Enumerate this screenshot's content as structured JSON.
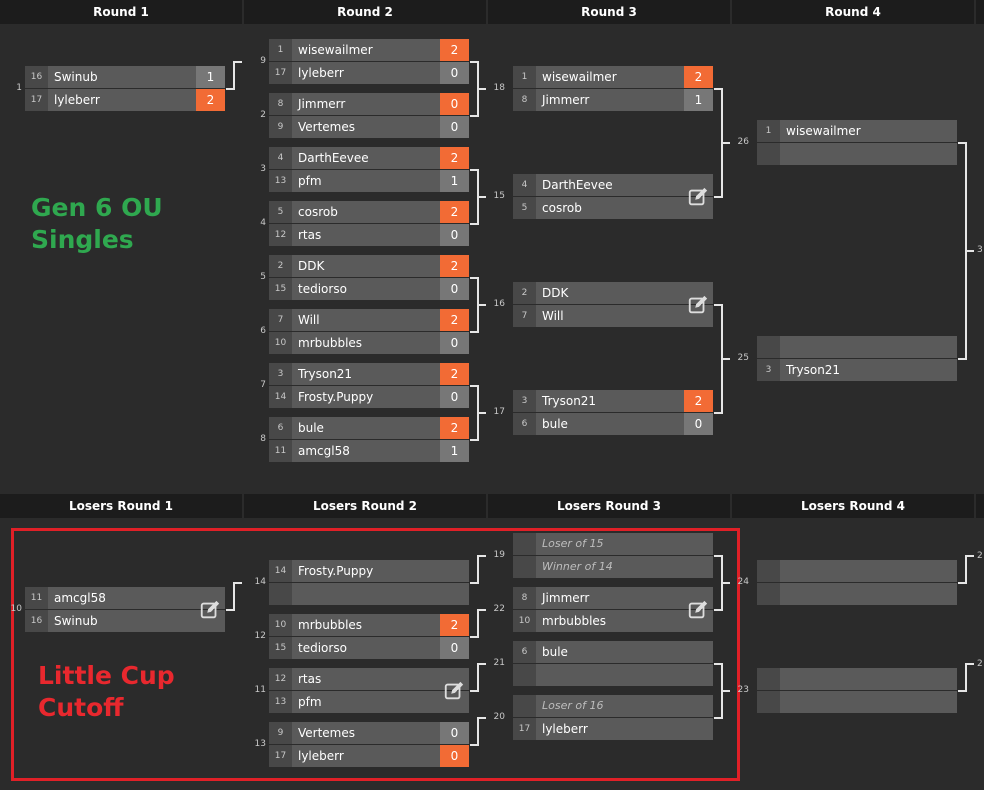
{
  "headers": {
    "winners": [
      "Round 1",
      "Round 2",
      "Round 3",
      "Round 4"
    ],
    "losers": [
      "Losers Round 1",
      "Losers Round 2",
      "Losers Round 3",
      "Losers Round 4"
    ]
  },
  "overlay": {
    "gen6_title": "Gen 6 OU Singles",
    "lc_title": "Little Cup Cutoff"
  },
  "matches": {
    "w1": {
      "id": "1",
      "p1": {
        "seed": "16",
        "name": "Swinub",
        "score": "1"
      },
      "p2": {
        "seed": "17",
        "name": "lyleberr",
        "score": "2"
      }
    },
    "w9": {
      "id": "9",
      "p1": {
        "seed": "1",
        "name": "wisewailmer",
        "score": "2"
      },
      "p2": {
        "seed": "17",
        "name": "lyleberr",
        "score": "0"
      }
    },
    "w2": {
      "id": "2",
      "p1": {
        "seed": "8",
        "name": "Jimmerr",
        "score": "0"
      },
      "p2": {
        "seed": "9",
        "name": "Vertemes",
        "score": "0"
      }
    },
    "w3": {
      "id": "3",
      "p1": {
        "seed": "4",
        "name": "DarthEevee",
        "score": "2"
      },
      "p2": {
        "seed": "13",
        "name": "pfm",
        "score": "1"
      }
    },
    "w4": {
      "id": "4",
      "p1": {
        "seed": "5",
        "name": "cosrob",
        "score": "2"
      },
      "p2": {
        "seed": "12",
        "name": "rtas",
        "score": "0"
      }
    },
    "w5": {
      "id": "5",
      "p1": {
        "seed": "2",
        "name": "DDK",
        "score": "2"
      },
      "p2": {
        "seed": "15",
        "name": "tediorso",
        "score": "0"
      }
    },
    "w6": {
      "id": "6",
      "p1": {
        "seed": "7",
        "name": "Will",
        "score": "2"
      },
      "p2": {
        "seed": "10",
        "name": "mrbubbles",
        "score": "0"
      }
    },
    "w7": {
      "id": "7",
      "p1": {
        "seed": "3",
        "name": "Tryson21",
        "score": "2"
      },
      "p2": {
        "seed": "14",
        "name": "Frosty.Puppy",
        "score": "0"
      }
    },
    "w8": {
      "id": "8",
      "p1": {
        "seed": "6",
        "name": "bule",
        "score": "2"
      },
      "p2": {
        "seed": "11",
        "name": "amcgl58",
        "score": "1"
      }
    },
    "w18": {
      "id": "18",
      "p1": {
        "seed": "1",
        "name": "wisewailmer",
        "score": "2"
      },
      "p2": {
        "seed": "8",
        "name": "Jimmerr",
        "score": "1"
      }
    },
    "w15": {
      "id": "15",
      "p1": {
        "seed": "4",
        "name": "DarthEevee",
        "score": ""
      },
      "p2": {
        "seed": "5",
        "name": "cosrob",
        "score": ""
      }
    },
    "w16": {
      "id": "16",
      "p1": {
        "seed": "2",
        "name": "DDK",
        "score": ""
      },
      "p2": {
        "seed": "7",
        "name": "Will",
        "score": ""
      }
    },
    "w17": {
      "id": "17",
      "p1": {
        "seed": "3",
        "name": "Tryson21",
        "score": "2"
      },
      "p2": {
        "seed": "6",
        "name": "bule",
        "score": "0"
      }
    },
    "w26": {
      "id": "26",
      "p1": {
        "seed": "1",
        "name": "wisewailmer",
        "score": ""
      },
      "p2": {
        "seed": "",
        "name": "",
        "score": ""
      }
    },
    "w25": {
      "id": "25",
      "p1": {
        "seed": "",
        "name": "",
        "score": ""
      },
      "p2": {
        "seed": "3",
        "name": "Tryson21",
        "score": ""
      }
    },
    "l10": {
      "id": "10",
      "p1": {
        "seed": "11",
        "name": "amcgl58",
        "score": ""
      },
      "p2": {
        "seed": "16",
        "name": "Swinub",
        "score": ""
      }
    },
    "l14": {
      "id": "14",
      "p1": {
        "seed": "14",
        "name": "Frosty.Puppy",
        "score": ""
      },
      "p2": {
        "seed": "",
        "name": "",
        "score": ""
      }
    },
    "l12": {
      "id": "12",
      "p1": {
        "seed": "10",
        "name": "mrbubbles",
        "score": "2"
      },
      "p2": {
        "seed": "15",
        "name": "tediorso",
        "score": "0"
      }
    },
    "l11": {
      "id": "11",
      "p1": {
        "seed": "12",
        "name": "rtas",
        "score": ""
      },
      "p2": {
        "seed": "13",
        "name": "pfm",
        "score": ""
      }
    },
    "l13": {
      "id": "13",
      "p1": {
        "seed": "9",
        "name": "Vertemes",
        "score": "0"
      },
      "p2": {
        "seed": "17",
        "name": "lyleberr",
        "score": "0"
      }
    },
    "l19": {
      "id": "19",
      "p1": {
        "seed": "",
        "name": "Loser of 15",
        "score": ""
      },
      "p2": {
        "seed": "",
        "name": "Winner of 14",
        "score": ""
      }
    },
    "l22": {
      "id": "22",
      "p1": {
        "seed": "8",
        "name": "Jimmerr",
        "score": ""
      },
      "p2": {
        "seed": "10",
        "name": "mrbubbles",
        "score": ""
      }
    },
    "l21": {
      "id": "21",
      "p1": {
        "seed": "6",
        "name": "bule",
        "score": ""
      },
      "p2": {
        "seed": "",
        "name": "",
        "score": ""
      }
    },
    "l20": {
      "id": "20",
      "p1": {
        "seed": "",
        "name": "Loser of 16",
        "score": ""
      },
      "p2": {
        "seed": "17",
        "name": "lyleberr",
        "score": ""
      }
    },
    "l24": {
      "id": "24",
      "p1": {
        "seed": "",
        "name": "",
        "score": ""
      },
      "p2": {
        "seed": "",
        "name": "",
        "score": ""
      }
    },
    "l23": {
      "id": "23",
      "p1": {
        "seed": "",
        "name": "",
        "score": ""
      },
      "p2": {
        "seed": "",
        "name": "",
        "score": ""
      }
    }
  },
  "side_labels": {
    "w_r5": "3",
    "l_r5a": "2",
    "l_r5b": "2"
  },
  "colors": {
    "win": "#f26b35",
    "bg": "#2b2b2b",
    "header": "#1c1c1c",
    "box_red": "#e02027",
    "brand_green": "#2fa84f",
    "brand_red": "#e8282e"
  }
}
